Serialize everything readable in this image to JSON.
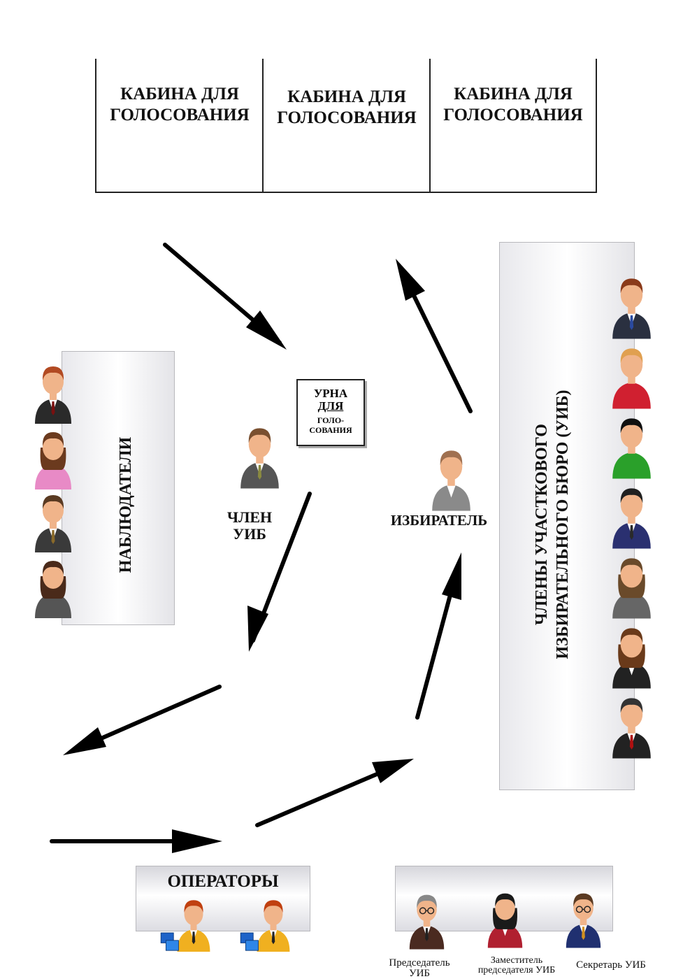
{
  "booths": [
    {
      "label": "КАБИНА ДЛЯ ГОЛОСОВАНИЯ"
    },
    {
      "label": "КАБИНА ДЛЯ ГОЛОСОВАНИЯ"
    },
    {
      "label": "КАБИНА ДЛЯ ГОЛОСОВАНИЯ"
    }
  ],
  "urn": {
    "line1": "УРНА",
    "line2": "ДЛЯ",
    "line3": "ГОЛО-",
    "line4": "СОВАНИЯ"
  },
  "observers_label": "НАБЛЮДАТЕЛИ",
  "uib_member": {
    "line1": "ЧЛЕН",
    "line2": "УИБ"
  },
  "voter_label": "ИЗБИРАТЕЛЬ",
  "members_panel": {
    "line1": "ЧЛЕНЫ УЧАСТКОВОГО",
    "line2": "ИЗБИРАТЕЛЬНОГО БЮРО (УИБ)"
  },
  "operators_label": "ОПЕРАТОРЫ",
  "leaders": [
    {
      "caption": "Председатель УИБ"
    },
    {
      "caption": "Заместитель председателя УИБ"
    },
    {
      "caption": "Секретарь УИБ"
    }
  ],
  "colors": {
    "arrow": "#000000",
    "panel_edge": "#b8b8bc",
    "skin": "#f0b48a"
  }
}
